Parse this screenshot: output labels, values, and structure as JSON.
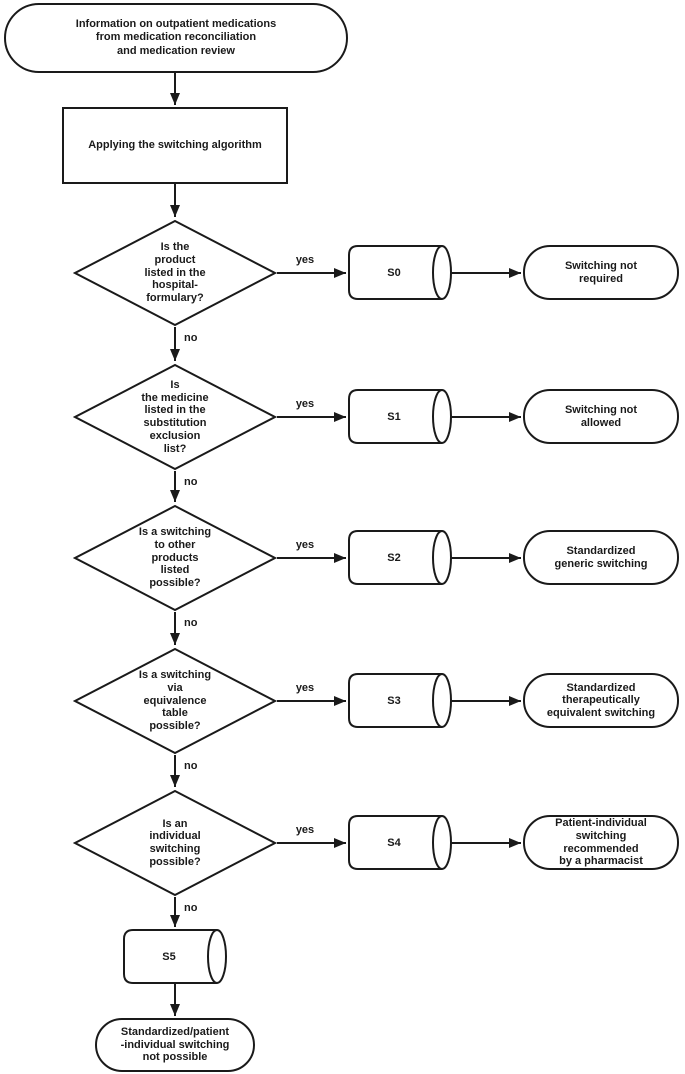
{
  "colors": {
    "stroke": "#1a1a1a",
    "fill": "#ffffff",
    "text": "#1a1a1a",
    "background": "#ffffff"
  },
  "start": {
    "text": "Information on outpatient medications\nfrom medication reconciliation\nand medication review"
  },
  "process": {
    "text": "Applying the switching algorithm"
  },
  "rows": [
    {
      "decision": "Is the\nproduct\nlisted in the\nhospital-\nformulary?",
      "yes": "yes",
      "no": "no",
      "step": "S0",
      "outcome": "Switching not\nrequired"
    },
    {
      "decision": "Is\nthe medicine\nlisted in the\nsubstitution\nexclusion\nlist?",
      "yes": "yes",
      "no": "no",
      "step": "S1",
      "outcome": "Switching not\nallowed"
    },
    {
      "decision": "Is a switching\nto other\nproducts\nlisted\npossible?",
      "yes": "yes",
      "no": "no",
      "step": "S2",
      "outcome": "Standardized\ngeneric switching"
    },
    {
      "decision": "Is a switching\nvia\nequivalence\ntable\npossible?",
      "yes": "yes",
      "no": "no",
      "step": "S3",
      "outcome": "Standardized\ntherapeutically\nequivalent switching"
    },
    {
      "decision": "Is an\nindividual\nswitching\npossible?",
      "yes": "yes",
      "no": "no",
      "step": "S4",
      "outcome": "Patient-individual\nswitching\nrecommended\nby a pharmacist"
    }
  ],
  "tail": {
    "no": "no",
    "step": "S5",
    "outcome": "Standardized/patient\n-individual switching\nnot possible"
  }
}
